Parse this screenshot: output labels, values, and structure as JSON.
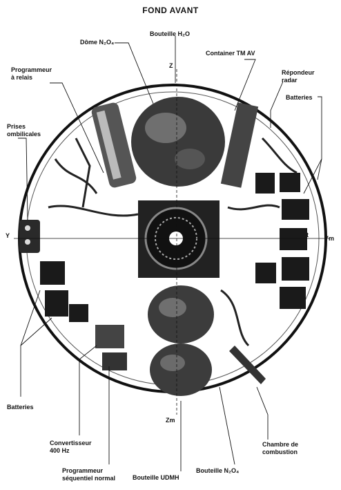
{
  "title": "FOND AVANT",
  "labels": {
    "dome_n2o4": "Dôme N₂O₄",
    "bouteille_h2o": "Bouteille H₂O",
    "container_tm_av": "Container TM AV",
    "programmeur_relais_1": "Programmeur",
    "programmeur_relais_2": "à relais",
    "repondeur_radar_1": "Répondeur",
    "repondeur_radar_2": "radar",
    "batteries_top": "Batteries",
    "prises_1": "Prises",
    "prises_2": "ombilicales",
    "batteries_left": "Batteries",
    "convertisseur_1": "Convertisseur",
    "convertisseur_2": "400 Hz",
    "programmeur_seq_1": "Programmeur",
    "programmeur_seq_2": "séquentiel normal",
    "bouteille_udmh": "Bouteille UDMH",
    "bouteille_n2o4": "Bouteille N₂O₄",
    "chambre_1": "Chambre de",
    "chambre_2": "combustion"
  },
  "axes": {
    "z_top": "Z",
    "z_bottom": "Zm",
    "y_left": "Y",
    "y_right": "Ym",
    "t": "t"
  },
  "colors": {
    "ink": "#111111",
    "paper": "#ffffff",
    "hardware": "#2a2a2a"
  }
}
